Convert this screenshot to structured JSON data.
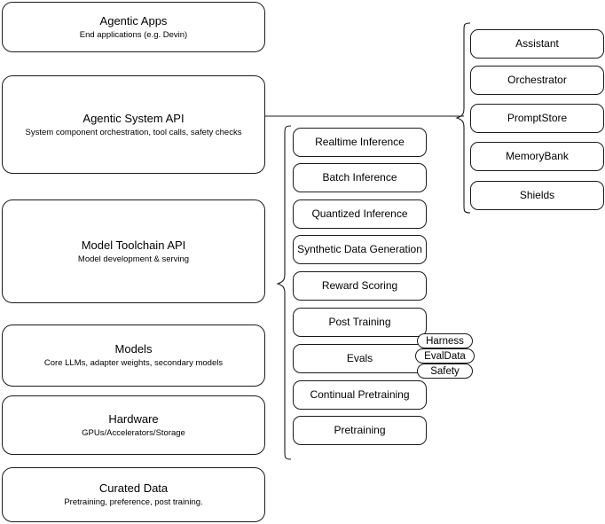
{
  "diagram": {
    "title": "AI stack layers diagram",
    "stroke_color": "#1a1a1a",
    "background_color": "#ffffff"
  },
  "layers": [
    {
      "name": "agentic-apps",
      "title": "Agentic Apps",
      "subtitle": "End applications (e.g. Devin)"
    },
    {
      "name": "agentic-system-api",
      "title": "Agentic System API",
      "subtitle": "System component orchestration, tool calls, safety checks"
    },
    {
      "name": "model-toolchain-api",
      "title": "Model Toolchain API",
      "subtitle": "Model development & serving"
    },
    {
      "name": "models",
      "title": "Models",
      "subtitle": "Core LLMs, adapter weights, secondary models"
    },
    {
      "name": "hardware",
      "title": "Hardware",
      "subtitle": "GPUs/Accelerators/Storage"
    },
    {
      "name": "curated-data",
      "title": "Curated Data",
      "subtitle": "Pretraining, preference, post training."
    }
  ],
  "agentic_components": [
    {
      "name": "assistant",
      "label": "Assistant"
    },
    {
      "name": "orchestrator",
      "label": "Orchestrator"
    },
    {
      "name": "promptstore",
      "label": "PromptStore"
    },
    {
      "name": "memorybank",
      "label": "MemoryBank"
    },
    {
      "name": "shields",
      "label": "Shields"
    }
  ],
  "toolchain_components": [
    {
      "name": "realtime-inference",
      "label": "Realtime Inference"
    },
    {
      "name": "batch-inference",
      "label": "Batch Inference"
    },
    {
      "name": "quantized-inference",
      "label": "Quantized Inference"
    },
    {
      "name": "synthetic-data-generation",
      "label": "Synthetic Data Generation"
    },
    {
      "name": "reward-scoring",
      "label": "Reward Scoring"
    },
    {
      "name": "post-training",
      "label": "Post Training"
    },
    {
      "name": "evals",
      "label": "Evals"
    },
    {
      "name": "continual-pretraining",
      "label": "Continual Pretraining"
    },
    {
      "name": "pretraining",
      "label": "Pretraining"
    }
  ],
  "evals_badges": [
    {
      "name": "harness",
      "label": "Harness"
    },
    {
      "name": "evaldata",
      "label": "EvalData"
    },
    {
      "name": "safety",
      "label": "Safety"
    }
  ]
}
